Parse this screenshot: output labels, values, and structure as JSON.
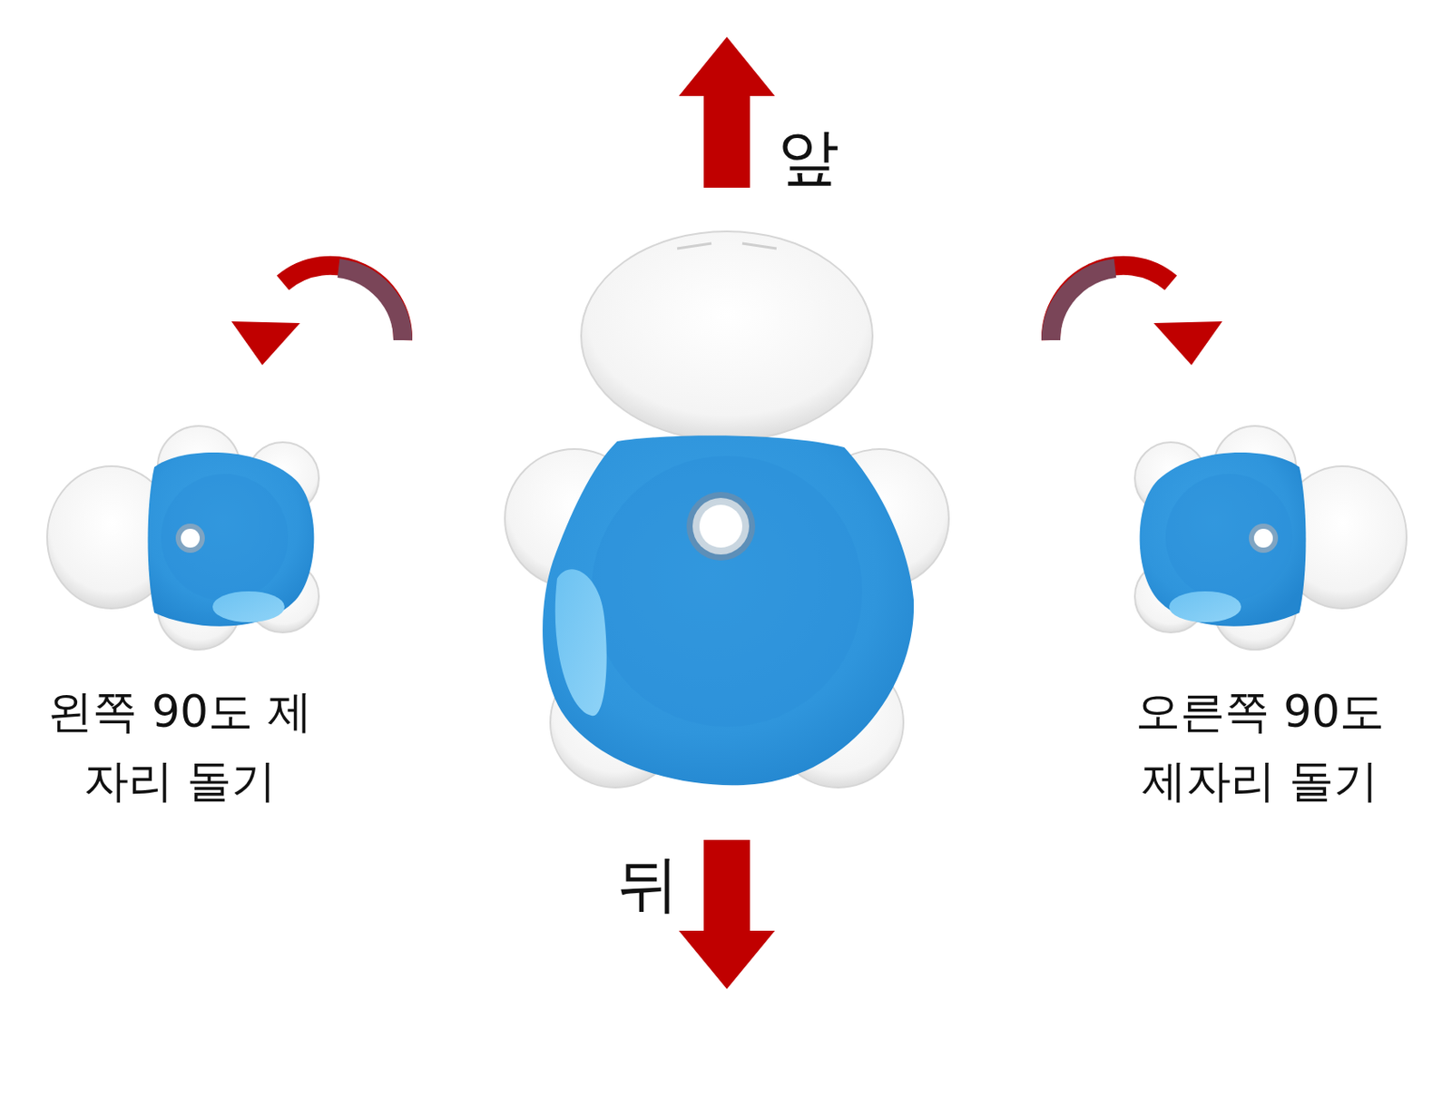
{
  "diagram": {
    "labels": [
      "앞",
      "뒤",
      "왼쪽 90도 제자리 돌기",
      "오른쪽 90도 제자리 돌기"
    ]
  }
}
